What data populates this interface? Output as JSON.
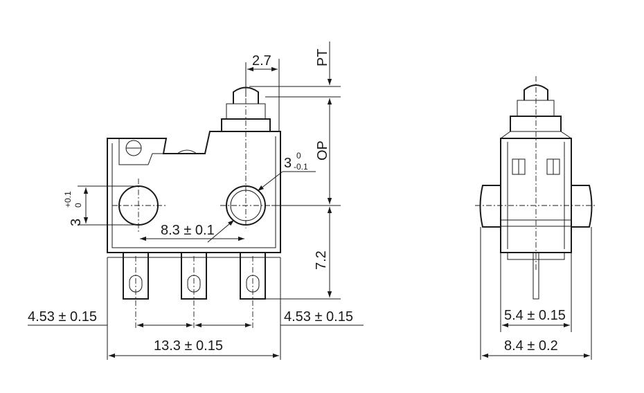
{
  "colors": {
    "ink": "#1a1a1a",
    "background": "#ffffff"
  },
  "front_view": {
    "dims": {
      "plunger_width": "2.7",
      "pretravel": "PT",
      "operating_position": "OP",
      "mount_hole_main": "3",
      "mount_hole_tol_upper": "0",
      "mount_hole_tol_lower": "-0.1",
      "left_hole_main": "3",
      "left_hole_tol_upper": "+0.1",
      "left_hole_tol_lower": "0",
      "hole_spacing": "8.3 ± 0.1",
      "height": "7.2",
      "left_terminal_offset": "4.53 ± 0.15",
      "right_terminal_offset": "4.53 ± 0.15",
      "overall_length": "13.3 ± 0.15"
    }
  },
  "side_view": {
    "dims": {
      "body_width": "5.4 ± 0.15",
      "overall_width": "8.4 ± 0.2"
    }
  }
}
